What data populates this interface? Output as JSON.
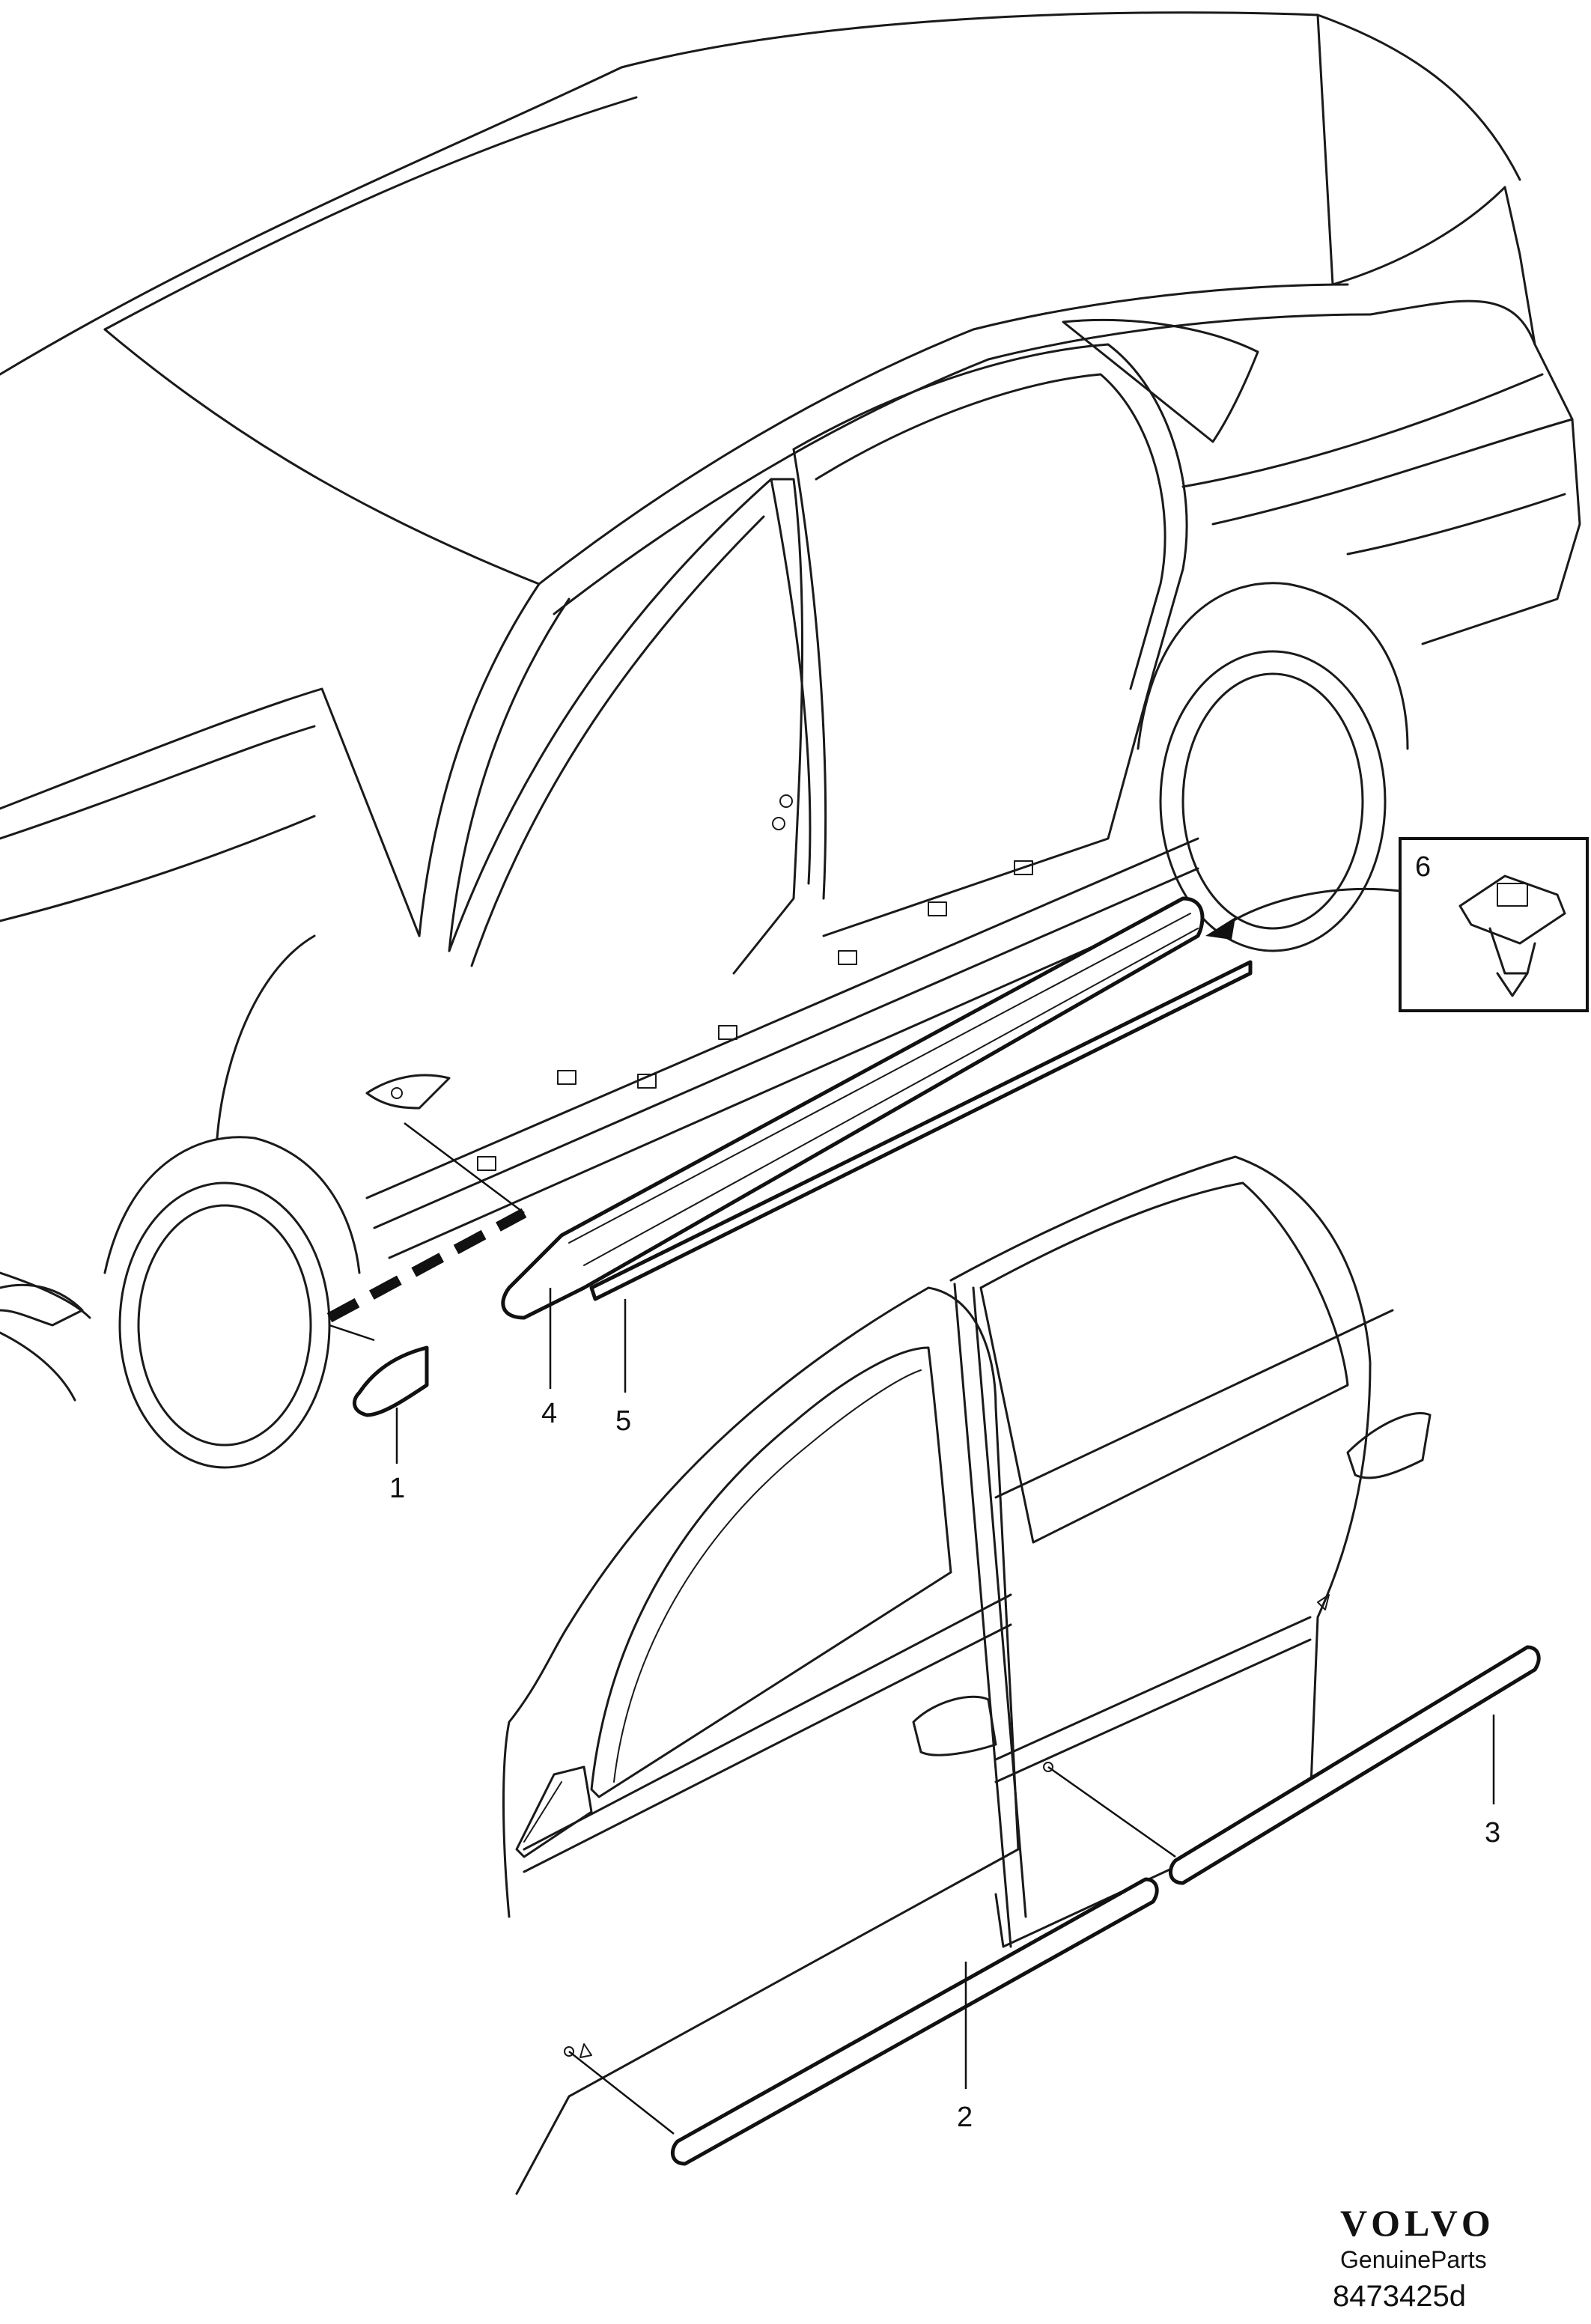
{
  "callouts": {
    "c1": "1",
    "c2": "2",
    "c3": "3",
    "c4": "4",
    "c5": "5",
    "c6": "6"
  },
  "footer": {
    "brand": "VOLVO",
    "subtitle": "GenuineParts",
    "figure_number": "8473425d"
  }
}
